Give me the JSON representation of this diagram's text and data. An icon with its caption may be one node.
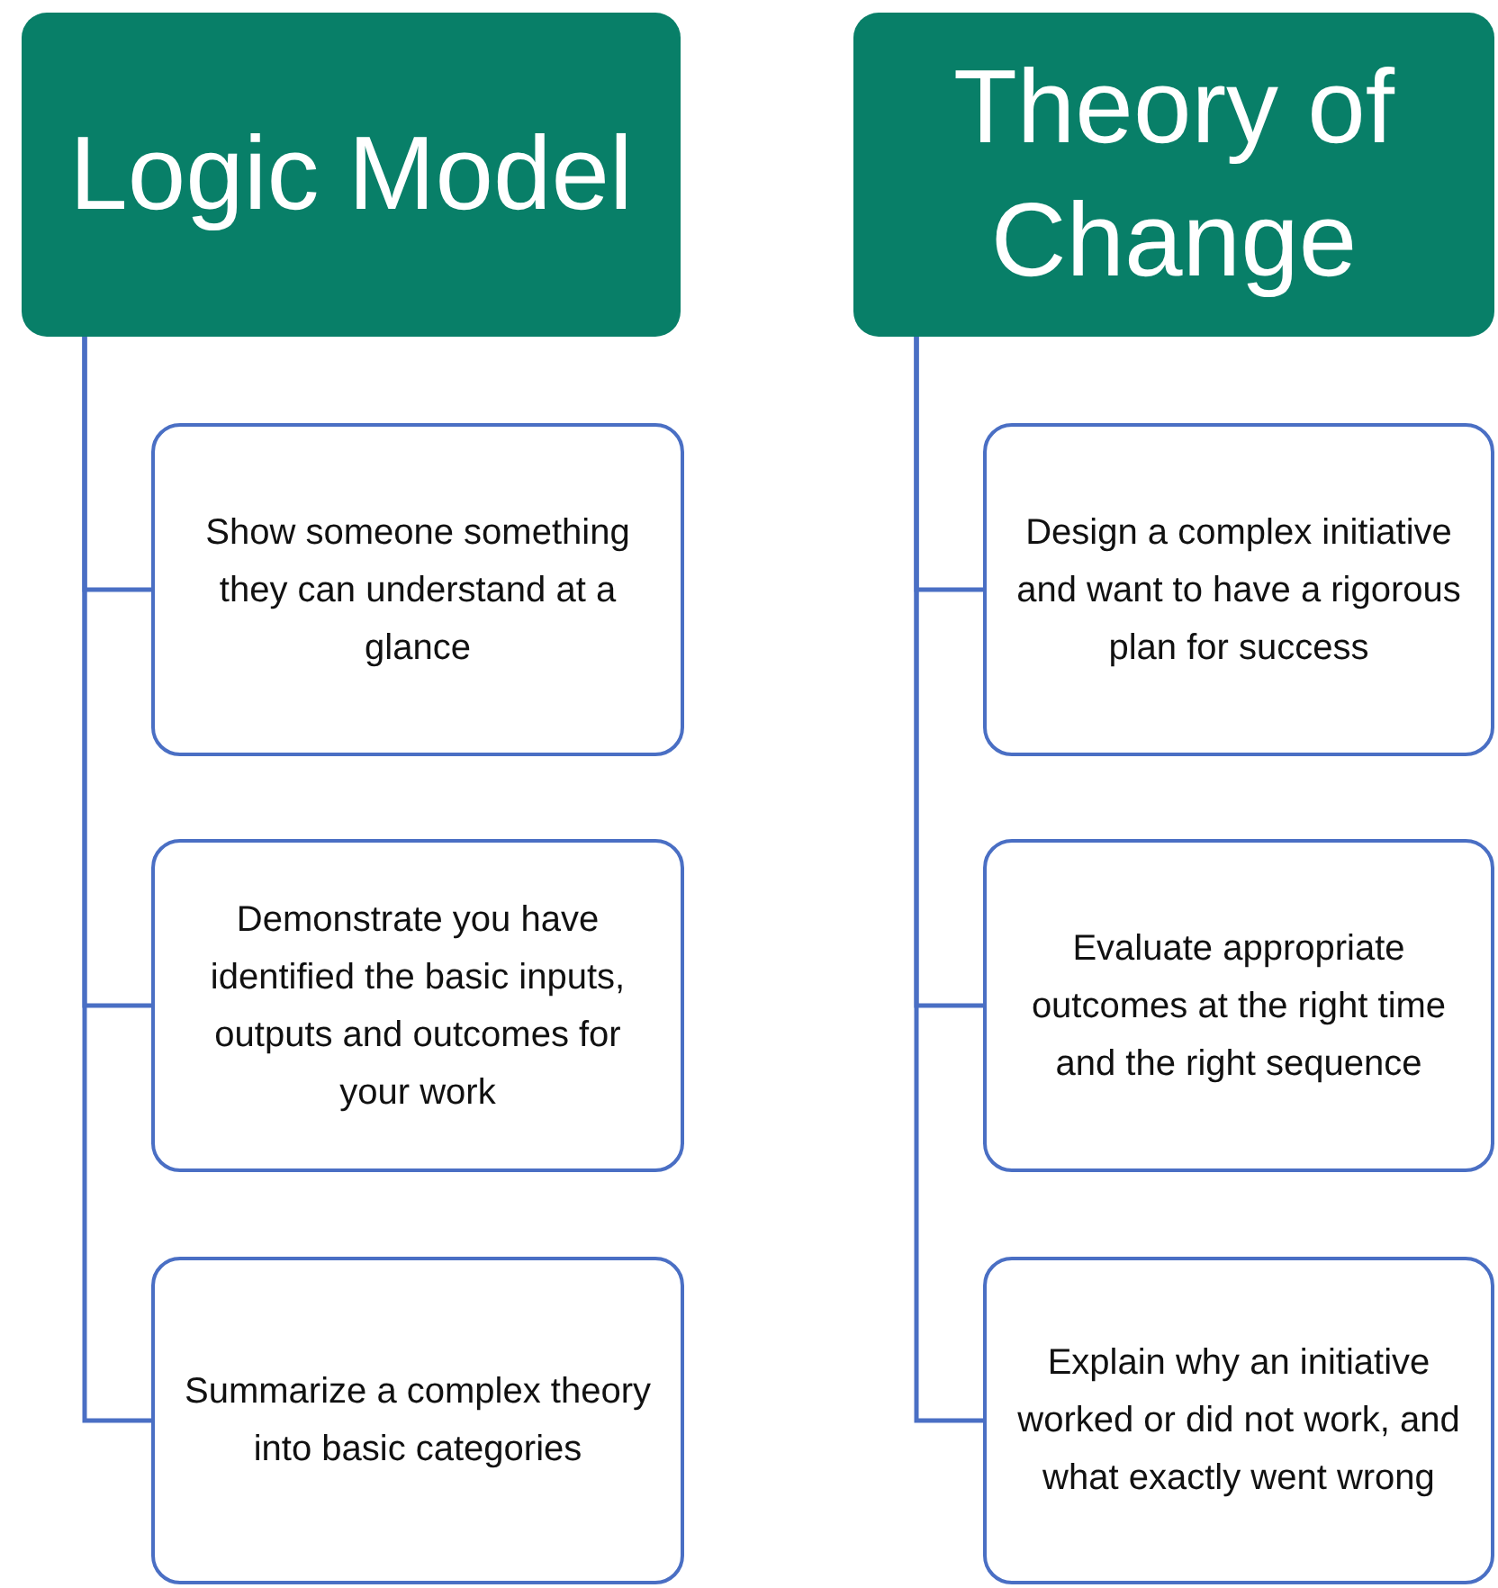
{
  "diagram": {
    "nodes": [
      {
        "text": [
          "Logic Model"
        ]
      },
      {
        "text": [
          "Show someone something they can understand at a glance"
        ]
      },
      {
        "text": [
          "Demonstrate you have identified the basic inputs, outputs and outcomes for your work"
        ]
      },
      {
        "text": [
          "Summarize a complex theory into basic categories"
        ]
      },
      {
        "text": [
          "Theory of Change"
        ]
      },
      {
        "text": [
          "Design a complex initiative and want to have a rigorous plan for success"
        ]
      },
      {
        "text": [
          "Evaluate appropriate outcomes at the right time and the right sequence"
        ]
      },
      {
        "text": [
          "Explain why an initiative worked or did not work, and what exactly went wrong"
        ]
      }
    ],
    "edges": [
      {
        "from": 0,
        "to": 1,
        "arrow": "none"
      },
      {
        "from": 0,
        "to": 2,
        "arrow": "none"
      },
      {
        "from": 0,
        "to": 3,
        "arrow": "none"
      },
      {
        "from": 4,
        "to": 5,
        "arrow": "none"
      },
      {
        "from": 4,
        "to": 6,
        "arrow": "none"
      },
      {
        "from": 4,
        "to": 7,
        "arrow": "none"
      }
    ]
  }
}
